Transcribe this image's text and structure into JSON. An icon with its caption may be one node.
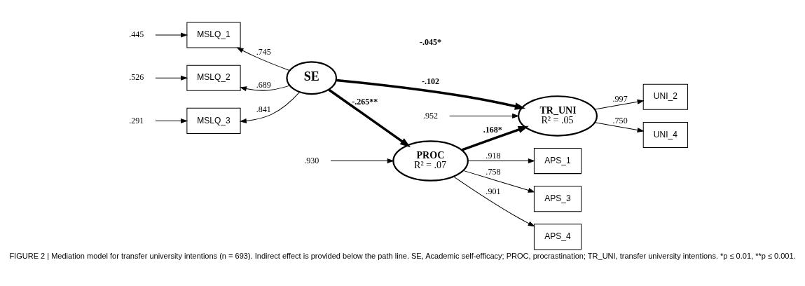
{
  "diagram": {
    "caption": "FIGURE 2 | Mediation model for transfer university intentions (n = 693). Indirect effect is provided below the path line. SE, Academic self-efficacy; PROC, procrastination; TR_UNI, transfer university intentions. *p ≤ 0.01, **p ≤ 0.001.",
    "nodes": [
      {
        "text": [
          "APS_1"
        ]
      },
      {
        "text": [
          "APS_3"
        ]
      },
      {
        "text": [
          "APS_4"
        ]
      },
      {
        "text": [
          "PROC",
          "R² = .07"
        ]
      },
      {
        "text": [
          ".930"
        ]
      },
      {
        "text": [
          ".445"
        ]
      },
      {
        "text": [
          "MSLQ_1"
        ]
      },
      {
        "text": [
          "UNI_2"
        ]
      },
      {
        "text": [
          ".526"
        ]
      },
      {
        "text": [
          "MSLQ_2"
        ]
      },
      {
        "text": [
          "SE"
        ]
      },
      {
        "text": [
          "TR_UNI",
          "R² = .05"
        ]
      },
      {
        "text": [
          ".291"
        ]
      },
      {
        "text": [
          "MSLQ_3"
        ]
      },
      {
        "text": [
          "UNI_4"
        ]
      },
      {
        "text": [
          ".952"
        ]
      }
    ],
    "edges": [
      {
        "from": 3,
        "to": 0,
        "arrow": "to",
        "label": ".918"
      },
      {
        "from": 3,
        "to": 1,
        "arrow": "to",
        "label": ".758"
      },
      {
        "from": 3,
        "to": 2,
        "arrow": "to",
        "label": ".901"
      },
      {
        "from": 4,
        "to": 3,
        "arrow": "to"
      },
      {
        "from": 5,
        "to": 6,
        "arrow": "to"
      },
      {
        "from": 10,
        "to": 6,
        "arrow": "to",
        "label": ".745"
      },
      {
        "from": 10,
        "to": 3,
        "arrow": "to",
        "label": "-.265**",
        "style": "thick"
      },
      {
        "from": 3,
        "to": 11,
        "arrow": "to",
        "label": ".168*",
        "style": "thick"
      },
      {
        "from": 8,
        "to": 9,
        "arrow": "to"
      },
      {
        "from": 10,
        "to": 9,
        "arrow": "to",
        "label": ".689"
      },
      {
        "from": 10,
        "to": 11,
        "arrow": "to",
        "label": "-.102",
        "style": "thick"
      },
      {
        "from": 11,
        "to": 7,
        "arrow": "to",
        "label": ".997"
      },
      {
        "from": 12,
        "to": 13,
        "arrow": "to"
      },
      {
        "from": 10,
        "to": 13,
        "arrow": "to",
        "label": ".841"
      },
      {
        "from": 11,
        "to": 14,
        "arrow": "to",
        "label": ".750"
      },
      {
        "from": 15,
        "to": 11,
        "arrow": "to"
      }
    ],
    "labels": [
      "-.045*"
    ]
  }
}
